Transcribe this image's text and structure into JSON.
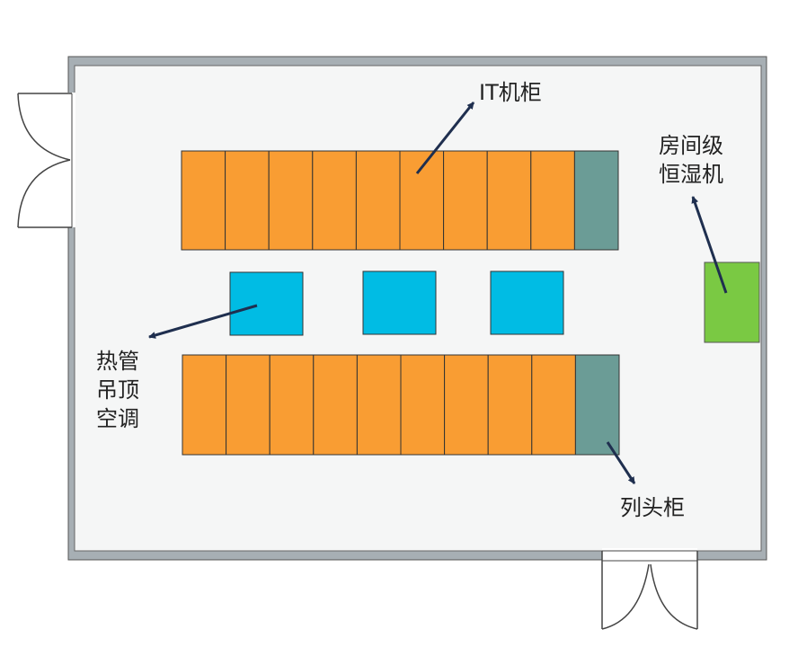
{
  "labels": {
    "it_rack": "IT机柜",
    "humidifier_line1": "房间级",
    "humidifier_line2": "恒湿机",
    "ac_line1": "热管",
    "ac_line2": "吊顶",
    "ac_line3": "空调",
    "row_head": "列头柜"
  },
  "rows": [
    {
      "rack_count": 9,
      "has_row_head": true
    },
    {
      "rack_count": 9,
      "has_row_head": true
    }
  ],
  "ceiling_ac_count": 3,
  "colors": {
    "rack": "#f99d33",
    "row_head": "#6b9c96",
    "ceiling_ac": "#00bce4",
    "humidifier": "#7ac943",
    "room_floor": "#f5f6f6",
    "wall": "#a7afb4",
    "arrow": "#1f2f4f",
    "outline": "#333333"
  }
}
